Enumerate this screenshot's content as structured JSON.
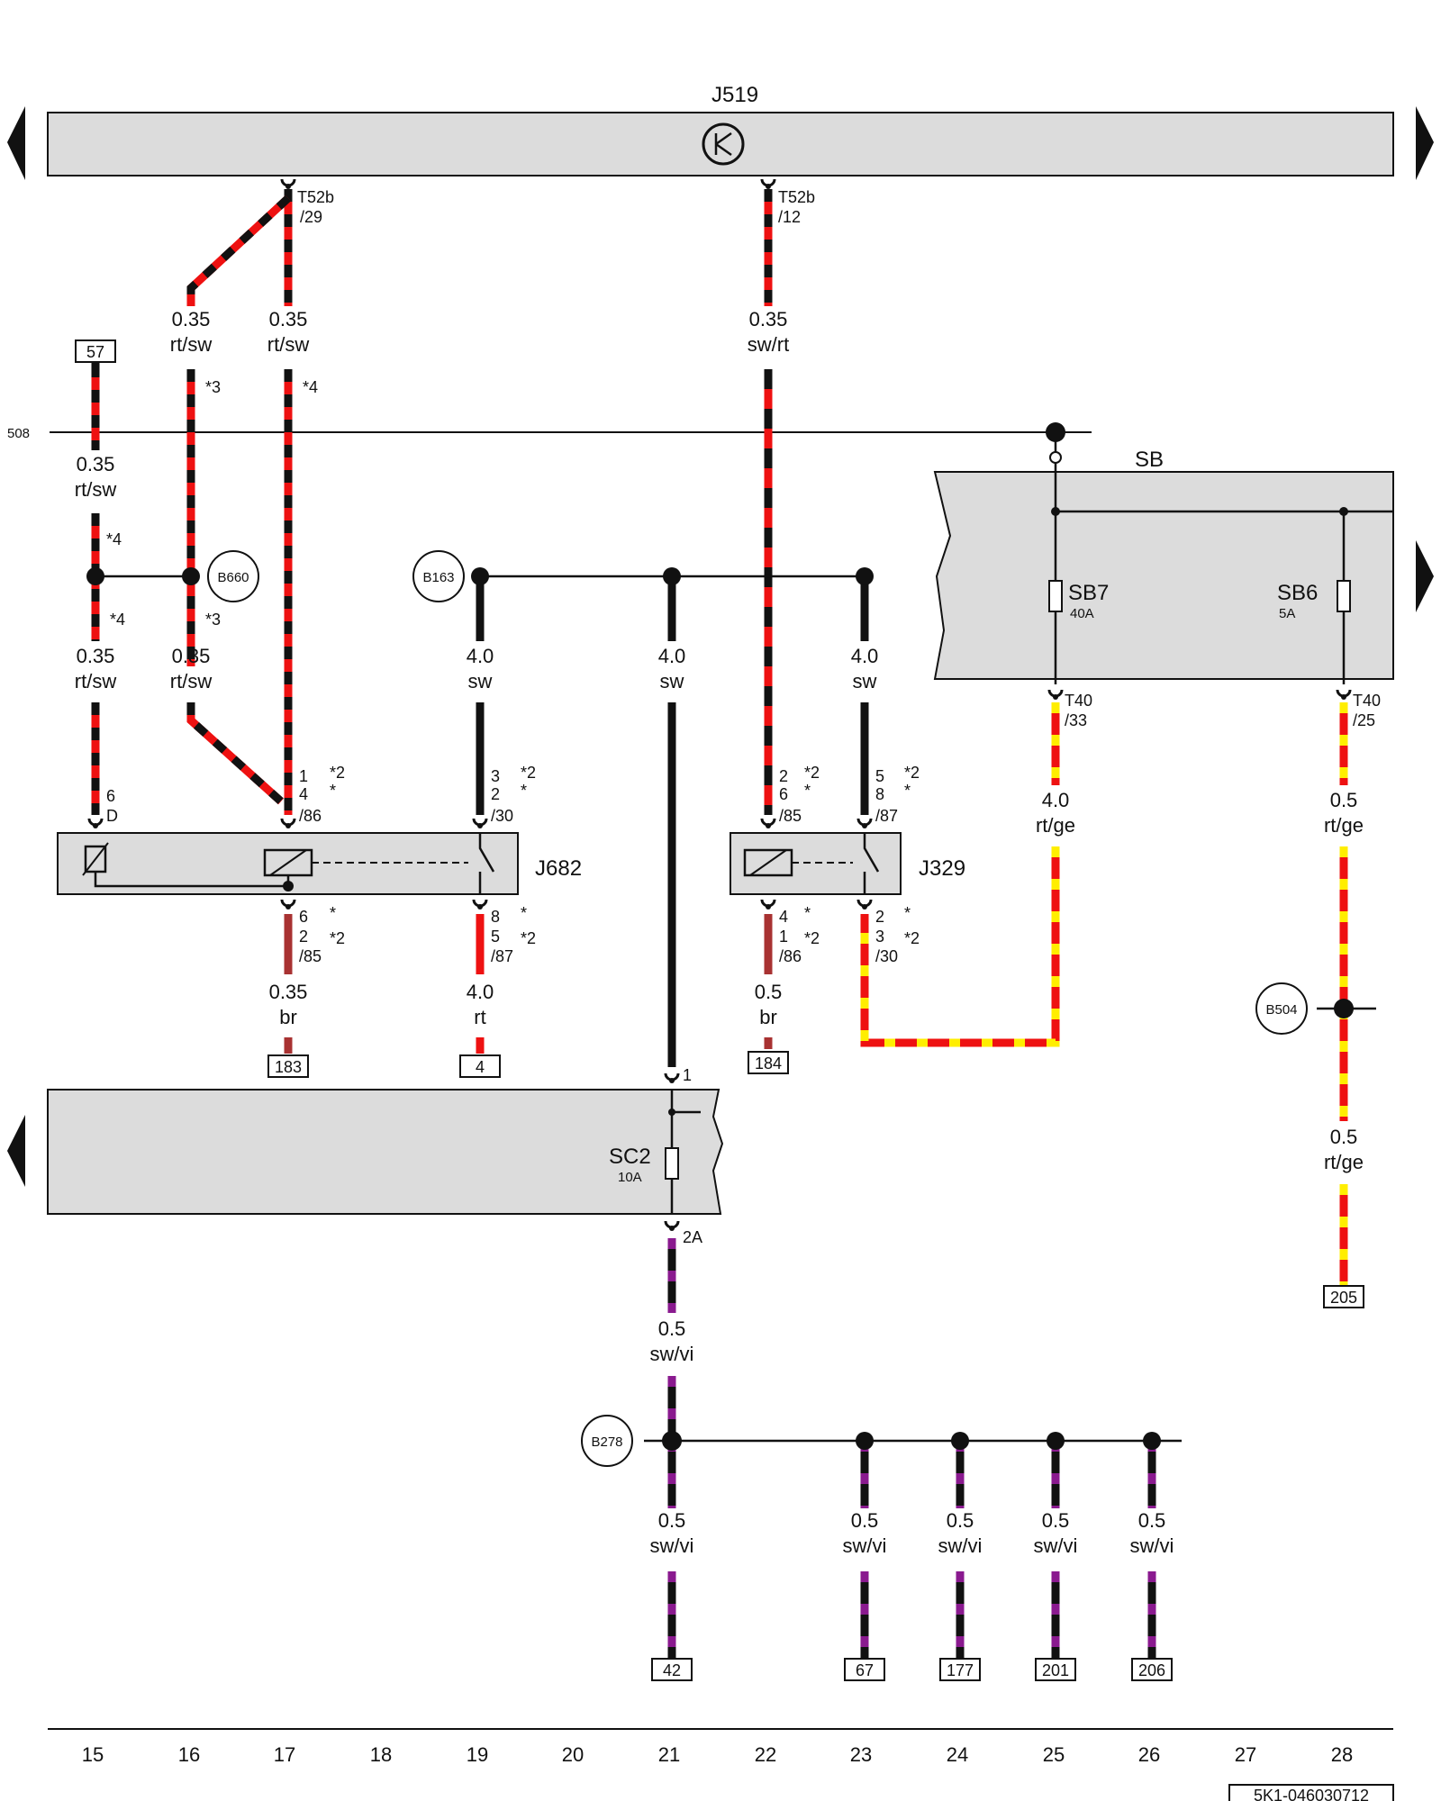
{
  "components": {
    "j519": "J519",
    "j682": "J682",
    "j329": "J329",
    "sb": "SB",
    "sb7": "SB7",
    "sb7_amp": "40A",
    "sb6": "SB6",
    "sb6_amp": "5A",
    "sc2": "SC2",
    "sc2_amp": "10A"
  },
  "connectors": {
    "t52b_a": "T52b",
    "t52b_a_pin": "/29",
    "t52b_b": "T52b",
    "t52b_b_pin": "/12",
    "t40_a": "T40",
    "t40_a_pin": "/33",
    "t40_b": "T40",
    "t40_b_pin": "/25"
  },
  "splices": [
    "B660",
    "B163",
    "B504",
    "B278"
  ],
  "line_508": "508",
  "wires": {
    "w16_top": [
      "0.35",
      "rt/sw"
    ],
    "w17_top": [
      "0.35",
      "rt/sw"
    ],
    "w22_top": [
      "0.35",
      "sw/rt"
    ],
    "w15_mid": [
      "0.35",
      "rt/sw"
    ],
    "w15_low": [
      "0.35",
      "rt/sw"
    ],
    "w16_low": [
      "0.35",
      "rt/sw"
    ],
    "w19": [
      "4.0",
      "sw"
    ],
    "w21": [
      "4.0",
      "sw"
    ],
    "w23": [
      "4.0",
      "sw"
    ],
    "w25": [
      "4.0",
      "rt/ge"
    ],
    "w28a": [
      "0.5",
      "rt/ge"
    ],
    "w28b": [
      "0.5",
      "rt/ge"
    ],
    "w17_bot": [
      "0.35",
      "br"
    ],
    "w19_bot": [
      "4.0",
      "rt"
    ],
    "w22_bot": [
      "0.5",
      "br"
    ],
    "w21_bot": [
      "0.5",
      "sw/vi"
    ],
    "w21_last": [
      "0.5",
      "sw/vi"
    ],
    "w23_last": [
      "0.5",
      "sw/vi"
    ],
    "w24_last": [
      "0.5",
      "sw/vi"
    ],
    "w25_last": [
      "0.5",
      "sw/vi"
    ],
    "w26_last": [
      "0.5",
      "sw/vi"
    ]
  },
  "notes": {
    "n3": "*3",
    "n4": "*4",
    "n2": "*2",
    "star": "*"
  },
  "pins": {
    "j682_in_a": [
      "6",
      "D"
    ],
    "j682_in_b": [
      "1",
      "4",
      "/86"
    ],
    "j682_in_c": [
      "3",
      "2",
      "/30"
    ],
    "j682_out_a": [
      "6",
      "2",
      "/85"
    ],
    "j682_out_b": [
      "8",
      "5",
      "/87"
    ],
    "j329_in_a": [
      "2",
      "6",
      "/85"
    ],
    "j329_in_b": [
      "5",
      "8",
      "/87"
    ],
    "j329_out_a": [
      "4",
      "1",
      "/86"
    ],
    "j329_out_b": [
      "2",
      "3",
      "/30"
    ],
    "sc2_in": "1",
    "sc2_out": "2A"
  },
  "refs": [
    "57",
    "183",
    "4",
    "184",
    "205",
    "42",
    "67",
    "177",
    "201",
    "206"
  ],
  "columns": [
    "15",
    "16",
    "17",
    "18",
    "19",
    "20",
    "21",
    "22",
    "23",
    "24",
    "25",
    "26",
    "27",
    "28"
  ],
  "doc_id": "5K1-046030712",
  "colors": {
    "red": "#ee1111",
    "black": "#111111",
    "yellow": "#ffee00",
    "brown": "#a83232",
    "violet": "#8a1a8f",
    "panel": "#dcdcdc"
  }
}
